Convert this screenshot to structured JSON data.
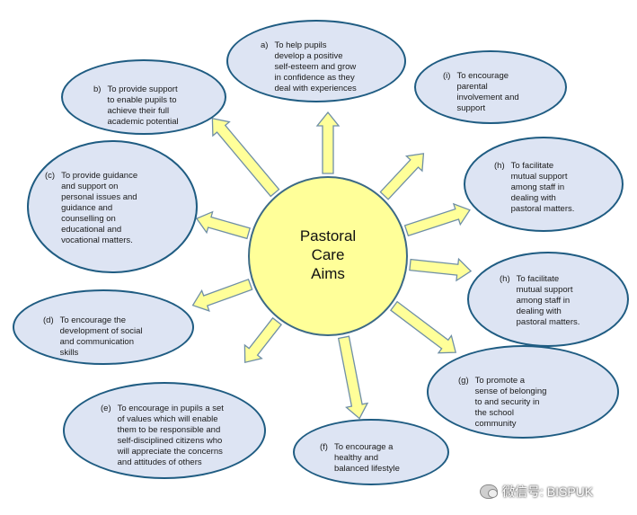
{
  "center": {
    "title": "Pastoral\nCare\nAims"
  },
  "bubbles": [
    {
      "key": "a",
      "label": "a)",
      "text": "To help pupils\ndevelop a positive\nself-esteem and grow\nin confidence as they\ndeal with experiences"
    },
    {
      "key": "b",
      "label": "b)",
      "text": "To provide support\nto enable pupils  to\nachieve their full\nacademic potential"
    },
    {
      "key": "c",
      "label": "(c)",
      "text": "To provide guidance\nand support on\npersonal issues and\nguidance and\ncounselling on\neducational and\nvocational matters."
    },
    {
      "key": "d",
      "label": "(d)",
      "text": "To encourage the\ndevelopment of social\nand communication\nskills"
    },
    {
      "key": "e",
      "label": "(e)",
      "text": "To encourage in pupils  a set\nof values which will enable\nthem to be responsible and\nself-disciplined citizens who\nwill  appreciate the concerns\nand attitudes of others"
    },
    {
      "key": "f",
      "label": "(f)",
      "text": "To encourage a\nhealthy and\nbalanced lifestyle"
    },
    {
      "key": "g",
      "label": "(g)",
      "text": "To promote a\nsense of belonging\nto and security in\nthe school\ncommunity"
    },
    {
      "key": "h2",
      "label": "(h)",
      "text": "To facilitate\nmutual support\namong staff in\ndealing with\npastoral matters."
    },
    {
      "key": "h1",
      "label": "(h)",
      "text": "To facilitate\nmutual support\namong staff in\ndealing with\npastoral matters."
    },
    {
      "key": "i",
      "label": "(i)",
      "text": "To encourage\nparental\ninvolvement and\nsupport"
    }
  ],
  "watermark": {
    "text": "微信号: BISPUK",
    "icon": "wechat-icon"
  },
  "colors": {
    "bubble_fill": "#dde4f3",
    "bubble_border": "#1f5c82",
    "center_fill": "#ffff99",
    "arrow_fill": "#ffff99",
    "arrow_stroke": "#6f8fa6"
  }
}
